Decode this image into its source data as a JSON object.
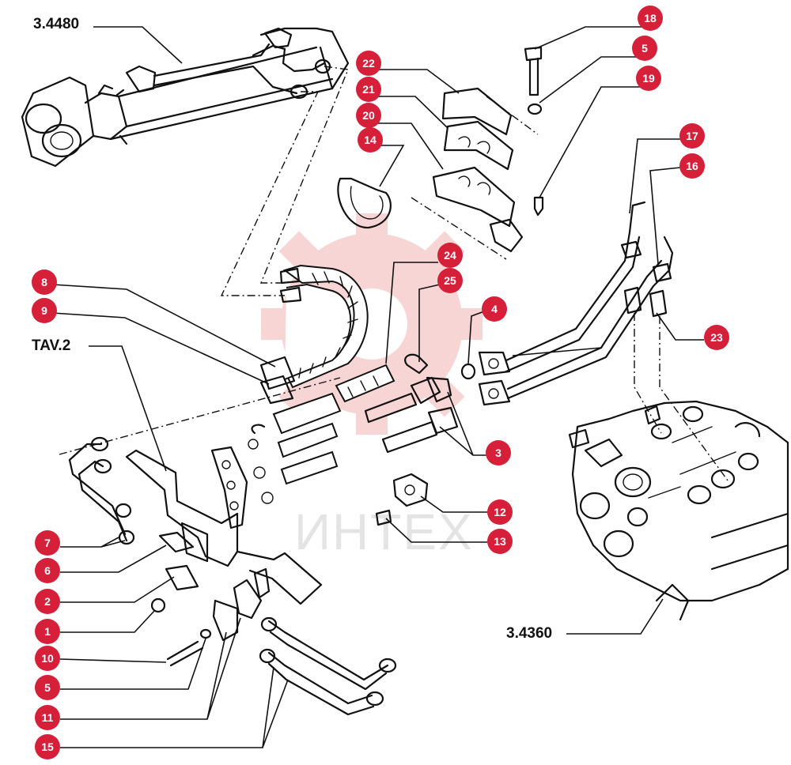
{
  "watermark": {
    "text": "ИНТЕХ",
    "color": "#f3b3b3"
  },
  "references": {
    "cylinder": "3.4480",
    "bracket_table": "TAV.2",
    "valve_block": "3.4360"
  },
  "callout_color": "#d6203a",
  "callouts": [
    {
      "id": "18",
      "label": "18"
    },
    {
      "id": "5-top",
      "label": "5"
    },
    {
      "id": "19",
      "label": "19"
    },
    {
      "id": "22",
      "label": "22"
    },
    {
      "id": "21",
      "label": "21"
    },
    {
      "id": "20",
      "label": "20"
    },
    {
      "id": "14",
      "label": "14"
    },
    {
      "id": "17",
      "label": "17"
    },
    {
      "id": "16",
      "label": "16"
    },
    {
      "id": "24",
      "label": "24"
    },
    {
      "id": "25",
      "label": "25"
    },
    {
      "id": "8",
      "label": "8"
    },
    {
      "id": "9",
      "label": "9"
    },
    {
      "id": "4",
      "label": "4"
    },
    {
      "id": "23",
      "label": "23"
    },
    {
      "id": "3",
      "label": "3"
    },
    {
      "id": "12",
      "label": "12"
    },
    {
      "id": "13",
      "label": "13"
    },
    {
      "id": "7",
      "label": "7"
    },
    {
      "id": "6",
      "label": "6"
    },
    {
      "id": "2",
      "label": "2"
    },
    {
      "id": "1",
      "label": "1"
    },
    {
      "id": "10",
      "label": "10"
    },
    {
      "id": "5-bottom",
      "label": "5"
    },
    {
      "id": "11",
      "label": "11"
    },
    {
      "id": "15",
      "label": "15"
    }
  ]
}
